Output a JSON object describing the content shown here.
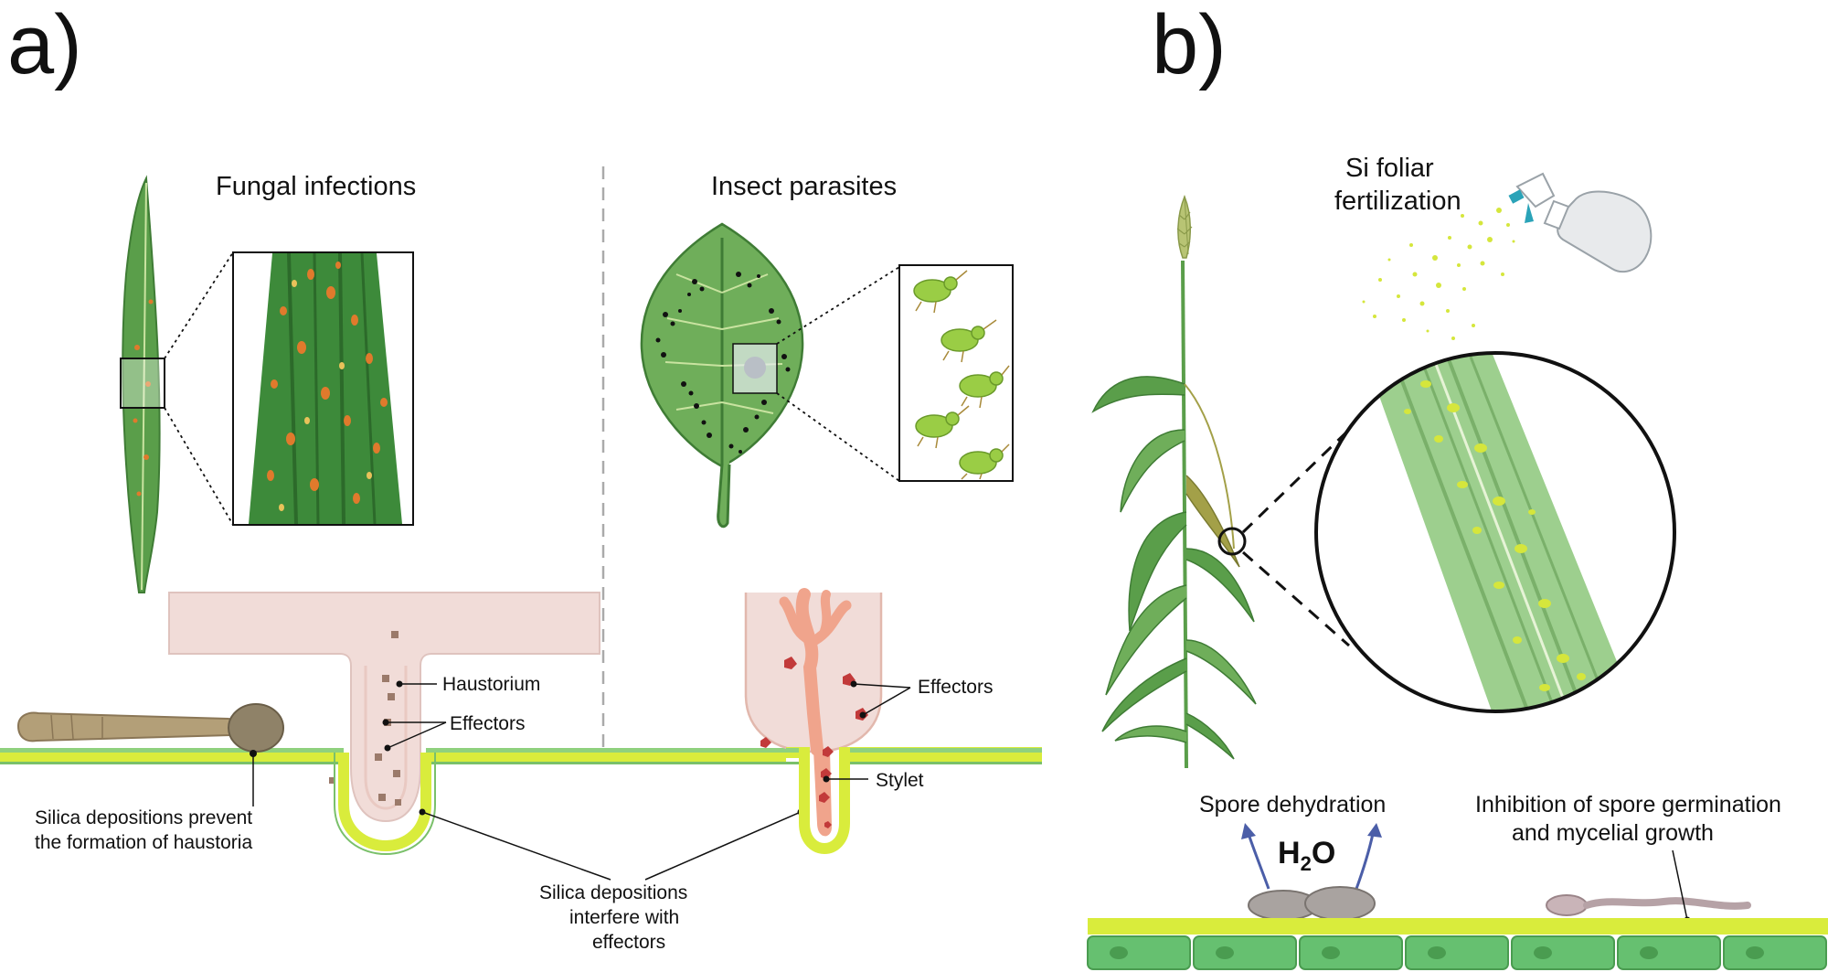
{
  "panels": {
    "a": {
      "letter": "a)",
      "fungal_title": "Fungal infections",
      "insect_title": "Insect parasites",
      "labels": {
        "haustorium": "Haustorium",
        "effectors_left": "Effectors",
        "effectors_right": "Effectors",
        "stylet": "Stylet",
        "silica_prevent_line1": "Silica depositions prevent",
        "silica_prevent_line2": "the formation of haustoria",
        "silica_interfere_line1": "Silica depositions",
        "silica_interfere_line2": "interfere with",
        "silica_interfere_line3": "effectors"
      }
    },
    "b": {
      "letter": "b)",
      "spray_line1": "Si foliar",
      "spray_line2": "fertilization",
      "spore_dehydration": "Spore dehydration",
      "water_main": "H",
      "water_sub": "2",
      "water_end": "O",
      "inhibition_line1": "Inhibition of spore germination",
      "inhibition_line2": "and mycelial growth"
    }
  },
  "colors": {
    "leaf_green": "#5a9e4a",
    "leaf_dark": "#2f6b2a",
    "rust_orange": "#e07a2c",
    "aphid_green": "#9acd45",
    "silica_yellow": "#d9ec3c",
    "cell_green": "#66c070",
    "host_pink": "#f1dcd8",
    "stylet_salmon": "#f0a48c",
    "effector_red": "#c23a3a",
    "spore_brown": "#b39f78",
    "spore_gray": "#a9a3a0",
    "arrow_blue": "#4b5ea8"
  }
}
